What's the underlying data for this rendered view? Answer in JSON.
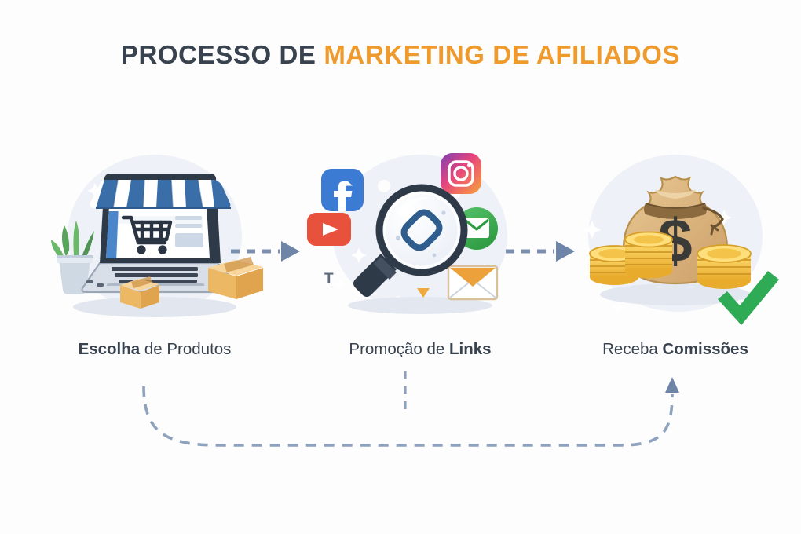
{
  "page": {
    "background_color": "#fdfdfd",
    "title_dark_color": "#39434f",
    "title_accent_color": "#ef9a2d",
    "arrow_color": "#7b8fb0",
    "blob_color": "#eef1f7"
  },
  "header": {
    "title_part_dark": "PROCESSO DE ",
    "title_part_accent": "MARKETING DE AFILIADOS",
    "title_full": "PROCESSO DE MARKETING DE AFILIADOS"
  },
  "steps": [
    {
      "index": "1",
      "caption_bold": "Escolha",
      "caption_regular": " de Produtos",
      "caption_full": "Escolha de Produtos",
      "illustration": "laptop-storefront-shopping-cart",
      "icons": [
        "laptop-icon",
        "storefront-awning-icon",
        "shopping-cart-icon",
        "parcel-box-icon",
        "potted-plant-icon"
      ]
    },
    {
      "index": "2",
      "caption_bold": "Links",
      "caption_regular": "Promoção de ",
      "caption_full": "Promoção de Links",
      "illustration": "magnifier-with-link-and-social-icons",
      "icons": [
        "magnifier-icon",
        "link-icon",
        "facebook-icon",
        "instagram-icon",
        "youtube-icon",
        "gmail-icon",
        "envelope-icon",
        "tiktok-t-icon"
      ]
    },
    {
      "index": "3",
      "caption_bold": "Comissões",
      "caption_regular": "Receba ",
      "caption_full": "Receba Comissões",
      "illustration": "money-bag-with-coin-stacks-and-check",
      "icons": [
        "money-bag-icon",
        "dollar-sign-icon",
        "coin-stack-icon",
        "green-check-icon"
      ]
    }
  ],
  "connectors": [
    {
      "name": "arrow-step1-to-step2",
      "style": "dashed-right-arrow"
    },
    {
      "name": "arrow-step2-to-step3",
      "style": "dashed-right-arrow"
    }
  ],
  "feedback_loop": {
    "name": "repeat-cycle-loop",
    "style": "dashed-u-curve-with-up-arrow",
    "direction": "from-step-1-back-to-step-3"
  },
  "brand_colors": {
    "facebook": "#3b7bd4",
    "instagram_start": "#7b3fb5",
    "instagram_mid": "#e8467c",
    "instagram_end": "#f6a43a",
    "youtube": "#e8513c",
    "gmail_green": "#3db54a",
    "envelope_orange": "#eda13b",
    "coin_gold": "#f5c33b",
    "bag_tan": "#d7b07a",
    "check_green": "#2faa55",
    "laptop_blue": "#3a6ea8",
    "box_orange": "#f0b968"
  }
}
